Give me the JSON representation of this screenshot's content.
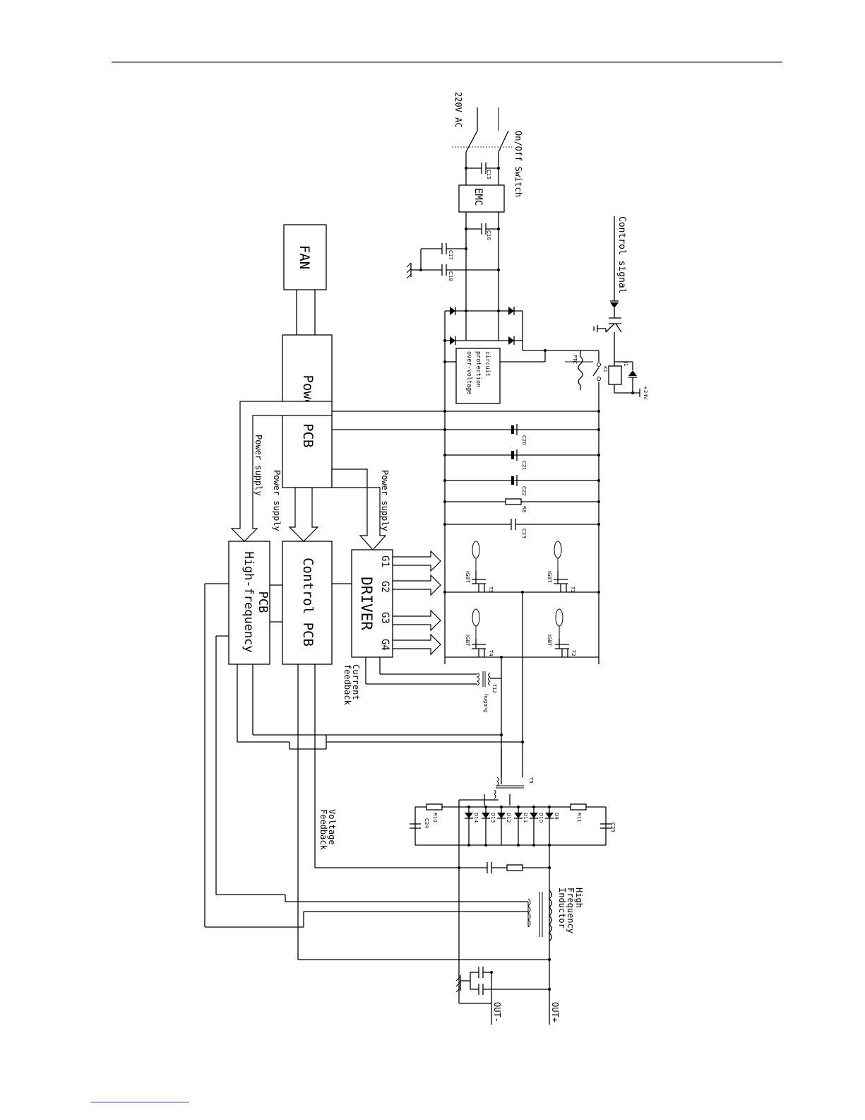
{
  "blocks": {
    "fan": "FAN",
    "power_pcb": "Power PCB",
    "high_frequency_pcb_line1": "High-frequency",
    "high_frequency_pcb_line2": "PCB",
    "control_pcb": "Control PCB",
    "driver": "DRIVER",
    "emc": "EMC",
    "over_voltage_line1": "over-voltage",
    "over_voltage_line2": "protection",
    "over_voltage_line3": "circuit"
  },
  "labels": {
    "power_supply_1": "Power supply",
    "power_supply_2": "Power supply",
    "power_supply_3": "Power supply",
    "current_feedback_1": "Current",
    "current_feedback_2": "feedback",
    "voltage_feedback_1": "Voltage",
    "voltage_feedback_2": "Feedback",
    "ac_input": "220V AC",
    "on_off_switch": "On/Off Switch",
    "control_signal": "Control signal",
    "hf_inductor_1": "High",
    "hf_inductor_2": "Frequency",
    "hf_inductor_3": "Inductor",
    "out_minus": "OUT-",
    "out_plus": "OUT+"
  },
  "gates": [
    "G1",
    "G2",
    "G3",
    "G4"
  ],
  "components": {
    "c15": "C15",
    "c16": "C16",
    "c17": "C17",
    "c18": "C18",
    "c20": "C20",
    "c21": "C21",
    "c22": "C22",
    "c23": "C23",
    "c24": "C24",
    "c25": "C25",
    "r8": "R8",
    "r10": "R10",
    "r11": "R11",
    "ptc": "PTC",
    "k1": "K1",
    "j1": "J1",
    "plus24v": "+24V",
    "t1": "T1",
    "t2": "T2",
    "t3": "T3",
    "t4": "T4",
    "t5": "T5",
    "t12": "T12",
    "t12_sub": "hugang",
    "igbt": "IGBT",
    "d9": "D9",
    "d10": "D10",
    "d11": "D11",
    "d12": "D12",
    "d13": "D13",
    "d14": "D14"
  }
}
